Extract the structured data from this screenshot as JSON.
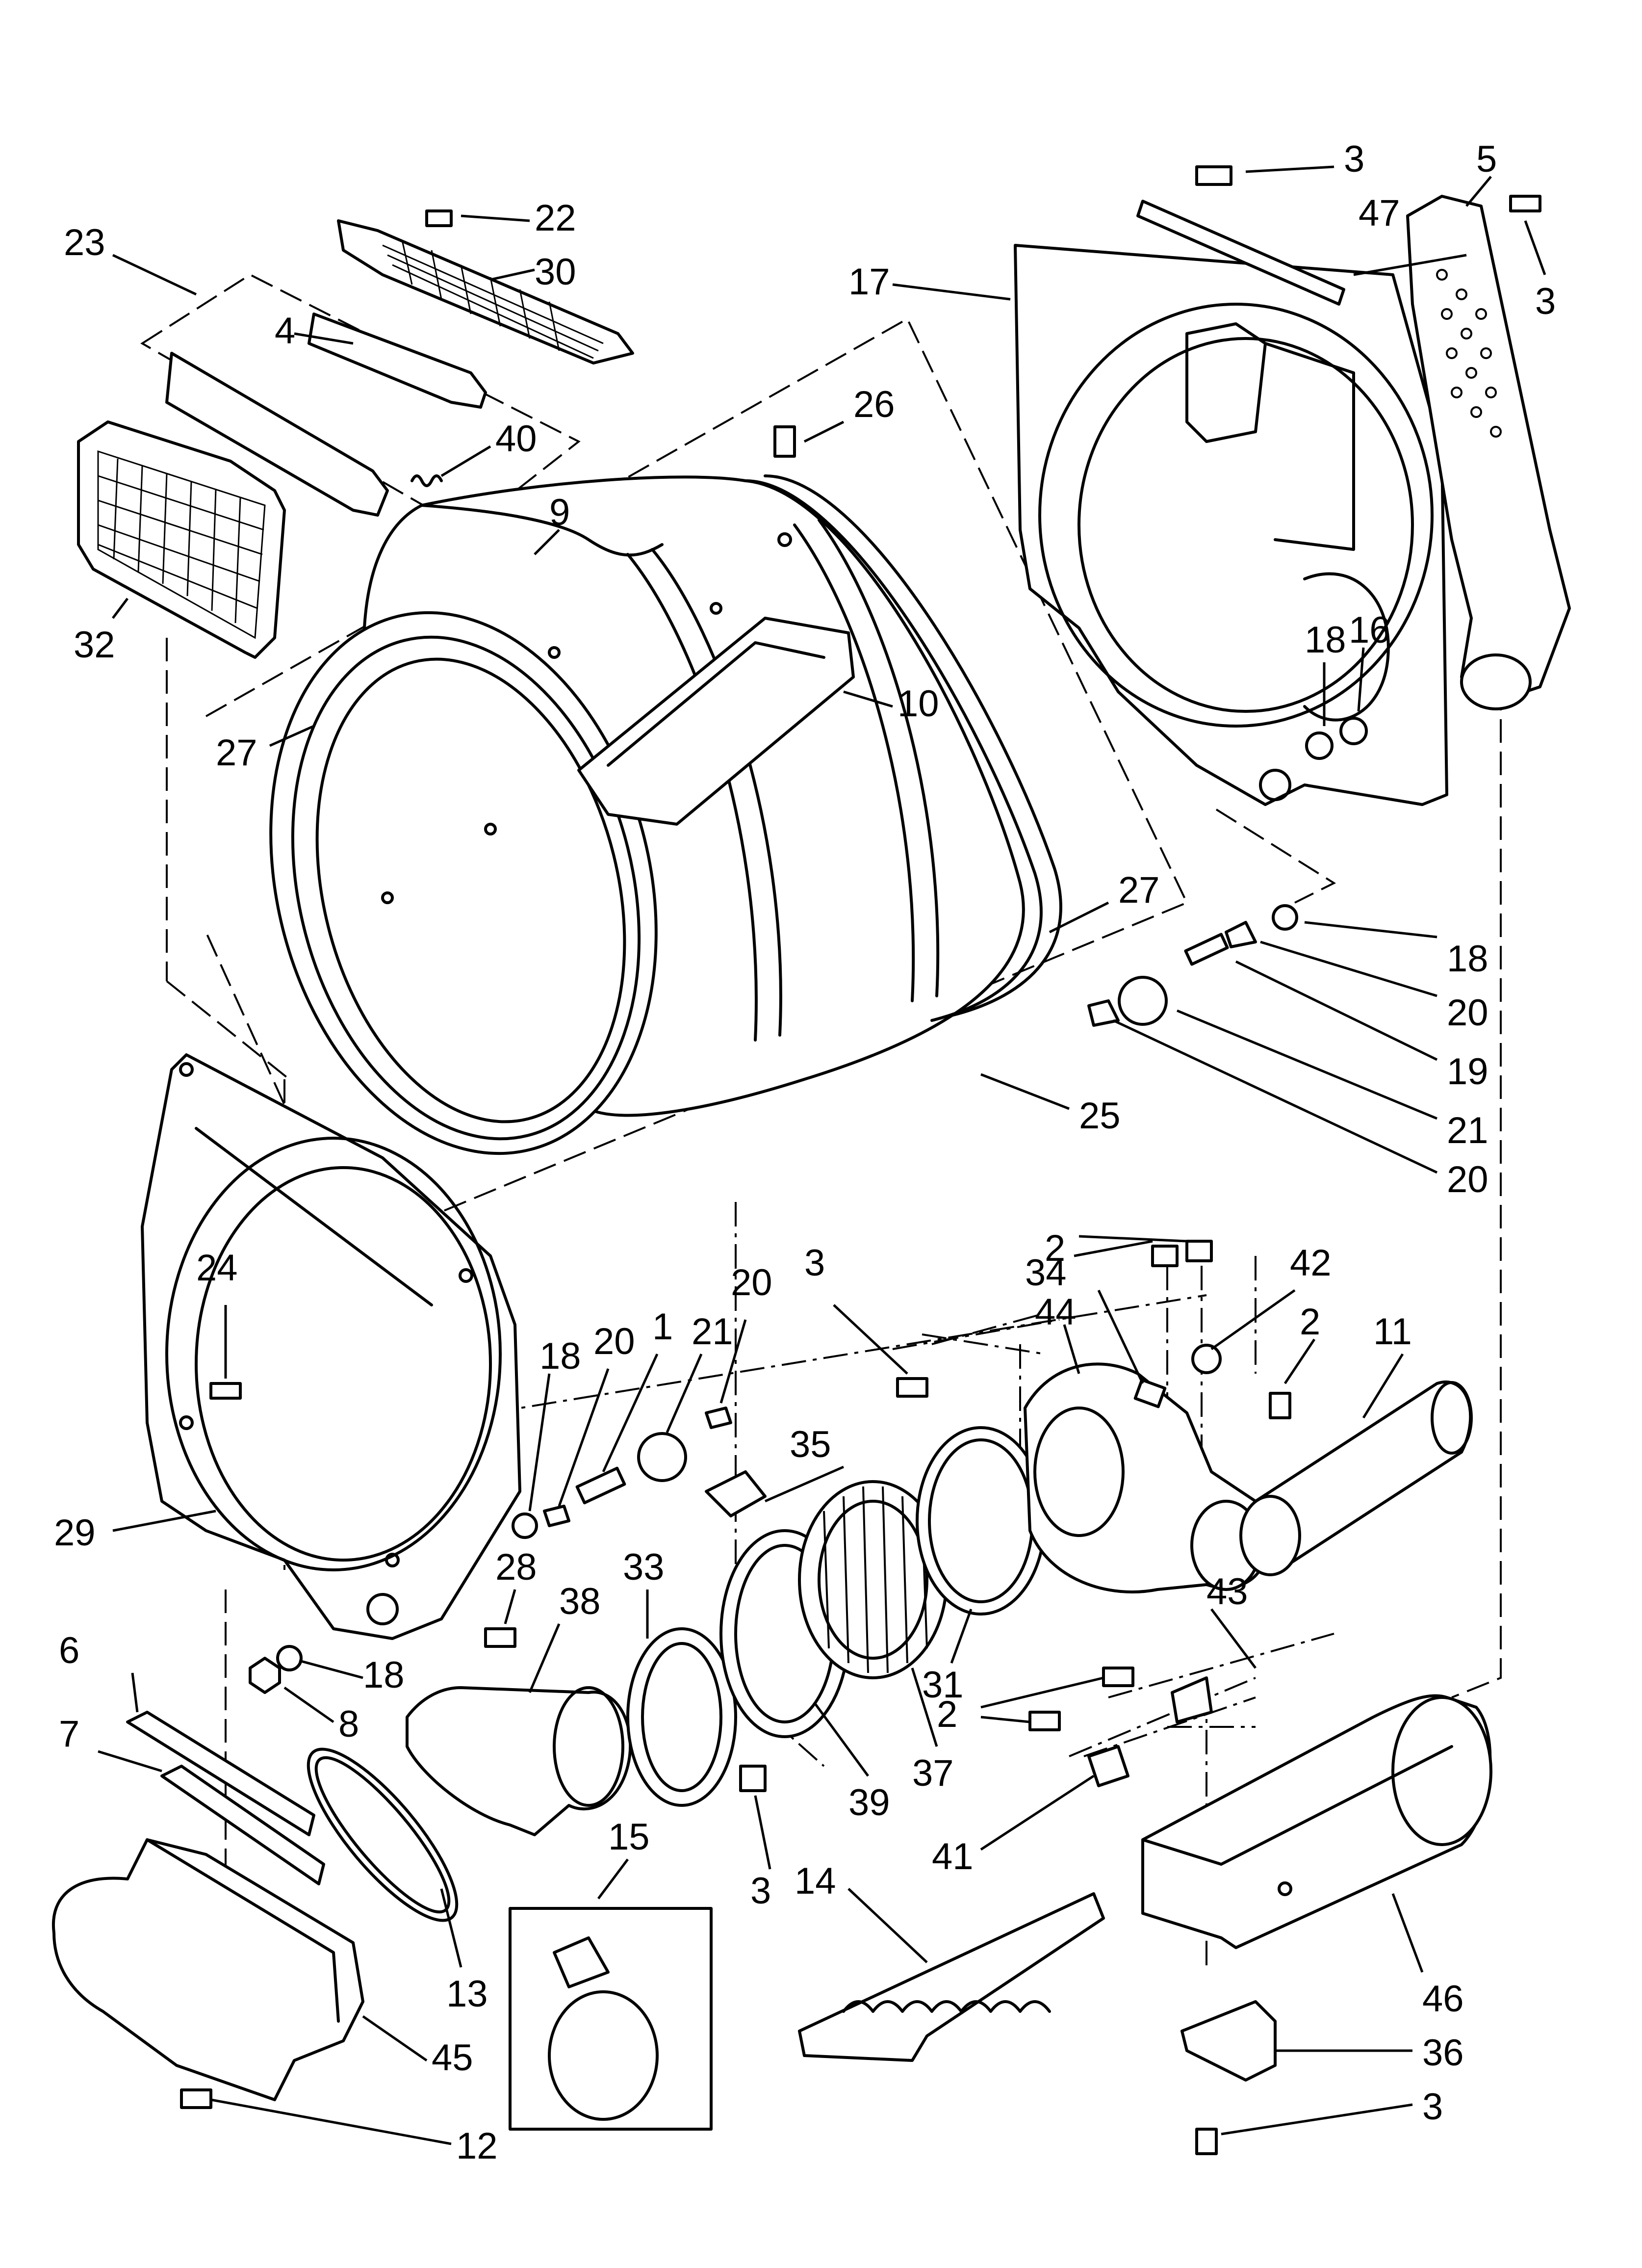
{
  "labels": {
    "l1": "1",
    "l2a": "2",
    "l2b": "2",
    "l2c": "2",
    "l3a": "3",
    "l3b": "3",
    "l3c": "3",
    "l3d": "3",
    "l3e": "3",
    "l4": "4",
    "l5": "5",
    "l6": "6",
    "l7": "7",
    "l8": "8",
    "l9": "9",
    "l10": "10",
    "l11": "11",
    "l12": "12",
    "l13": "13",
    "l14": "14",
    "l15": "15",
    "l16": "16",
    "l17": "17",
    "l18a": "18",
    "l18b": "18",
    "l18c": "18",
    "l18d": "18",
    "l19": "19",
    "l20a": "20",
    "l20b": "20",
    "l20c": "20",
    "l20d": "20",
    "l21a": "21",
    "l21b": "21",
    "l22": "22",
    "l23": "23",
    "l24": "24",
    "l25": "25",
    "l26": "26",
    "l27a": "27",
    "l27b": "27",
    "l28": "28",
    "l29": "29",
    "l30": "30",
    "l31": "31",
    "l32": "32",
    "l33": "33",
    "l34": "34",
    "l35": "35",
    "l36": "36",
    "l37": "37",
    "l38": "38",
    "l39": "39",
    "l40": "40",
    "l41": "41",
    "l42": "42",
    "l43": "43",
    "l44": "44",
    "l45": "45",
    "l46": "46",
    "l47": "47"
  }
}
